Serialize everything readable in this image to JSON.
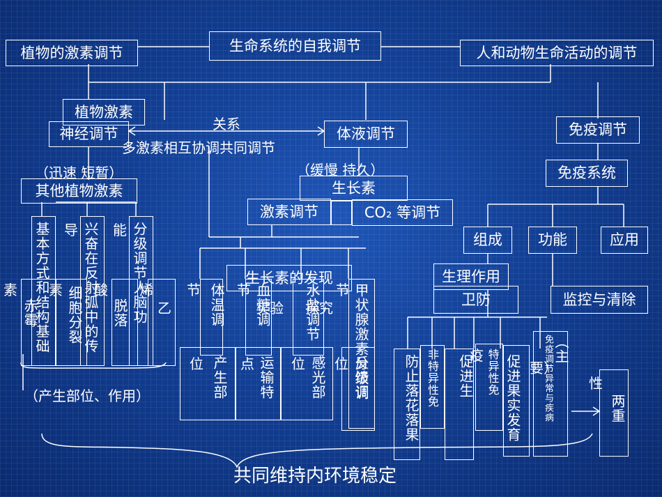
{
  "top": {
    "center": "生命系统的自我调节",
    "left": "植物的激素调节",
    "right": "人和动物生命活动的调节"
  },
  "row2": {
    "plant_hormone": "植物激素",
    "neural": "神经调节",
    "relation": "关系",
    "multi_hormone": "多激素相互协调共同调节",
    "humoral": "体液调节",
    "immune": "免疫调节"
  },
  "row3": {
    "neural_feature": "（迅速 短暂）",
    "humoral_feature": "（缓慢 持久）",
    "immune_system": "免疫系统",
    "other_hormones": "其他植物激素",
    "auxin": "生长素",
    "hormone_reg": "激素调节",
    "co2_reg": "CO₂ 等调节"
  },
  "immune": {
    "composition": "组成",
    "function": "功能",
    "application": "应用",
    "physio": "生理作用",
    "defense": "卫防",
    "monitor": "监控与清除"
  },
  "neural_cols": {
    "basic": "基本方式和结构基础",
    "excite": "兴奋在反射弧中的传",
    "grade": "分级调节人脑功"
  },
  "neural_sub": {
    "a": "导",
    "b": "能"
  },
  "plant_cols": {
    "su": "素",
    "chi": "赤霉",
    "su2": "素",
    "cell": "细胞分裂",
    "shuo": "酸",
    "shed": "脱落",
    "yi": "烯",
    "z": "乙"
  },
  "middle": {
    "discovery": "生长素的发现",
    "jie1": "节",
    "body_temp": "体温调",
    "jie2": "节",
    "blood_sugar": "血糖调",
    "experiment": "实验",
    "water": "水盐调节",
    "explore": "探究",
    "jie3": "节",
    "thyroid": "甲状腺激素分级调",
    "production": "产生部",
    "position1": "位",
    "transport": "运输特",
    "point": "点",
    "sense": "感光部",
    "position2": "位",
    "position3": "位",
    "feedback": "反馈调"
  },
  "right_lower": {
    "prevent": "防止落花落果",
    "specific_no": "非特异性免",
    "promote": "促进生",
    "yi": "疫",
    "specific": "特异性免",
    "promote_fruit": "促进果实发育",
    "yao": "要）",
    "immune_disease": "免疫调节异常与疾病",
    "zhu": "（主",
    "xing": "性",
    "two": "两重"
  },
  "bottom": {
    "note": "（产生部位、作用）",
    "maintain": "共同维持内环境稳定"
  }
}
